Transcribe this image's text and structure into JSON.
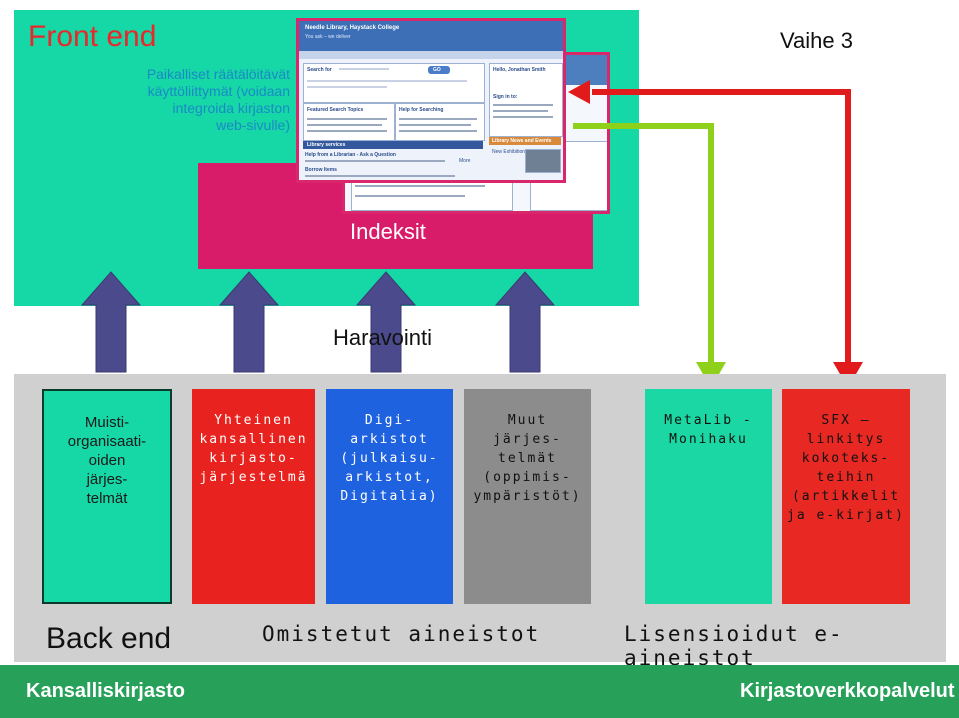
{
  "front_end": {
    "title": "Front end",
    "description": "Paikalliset räätälöitävät\nkäyttöliittymät (voidaan\nintegroida kirjaston\nweb-sivulle)",
    "stage": "Vaihe 3"
  },
  "indexes": {
    "label": "Indeksit"
  },
  "harvesting": {
    "label": "Haravointi"
  },
  "screenshot": {
    "site_title": "Needle Library, Haystack College",
    "tagline": "You ask – we deliver",
    "search_heading": "Search for",
    "featured_heading": "Featured Search Topics",
    "help_heading": "Help for Searching",
    "services_heading": "Library services",
    "ask_heading": "Help from a Librarian - Ask a Question",
    "borrow_heading": "Borrow Items",
    "greeting": "Hello, Jonathan Smith",
    "signin": "Sign in to:",
    "news_heading": "Library News and Events",
    "news_item": "New Exhibition",
    "go_button": "GO",
    "more": "More"
  },
  "sources": [
    {
      "label": "Muisti-\norganisaati-\noiden\njärjes-\ntelmät",
      "color": "#16d7a6"
    },
    {
      "label": "Yhteinen\nkansallinen\nkirjasto-\njärjestelmä",
      "color": "#e8231f"
    },
    {
      "label": "Digi-\narkistot\n(julkaisu-\narkistot,\nDigitalia)",
      "color": "#1f62e0"
    },
    {
      "label": "Muut\njärjes-\ntelmät\n(oppimis-\nympäristöt)",
      "color": "#8c8c8c"
    },
    {
      "label": "MetaLib -\nMonihaku",
      "color": "#1ad7a3"
    },
    {
      "label": "SFX –\nlinkitys\nkokoteks-\nteihin\n(artikkelit\nja e-kirjat)",
      "color": "#e82923"
    }
  ],
  "back_end": {
    "title": "Back end",
    "owned": "Omistetut aineistot",
    "licensed": "Lisensioidut e-aineistot"
  },
  "footer": {
    "left": "Kansalliskirjasto",
    "right": "Kirjastoverkkopalvelut"
  },
  "colors": {
    "front_panel": "#16d7a6",
    "indexes": "#d81c6a",
    "up_arrows": "#4a4a8c",
    "metalib_arrow": "#8fd11a",
    "sfx_arrow": "#e11b1b",
    "footer": "#27a15a"
  }
}
